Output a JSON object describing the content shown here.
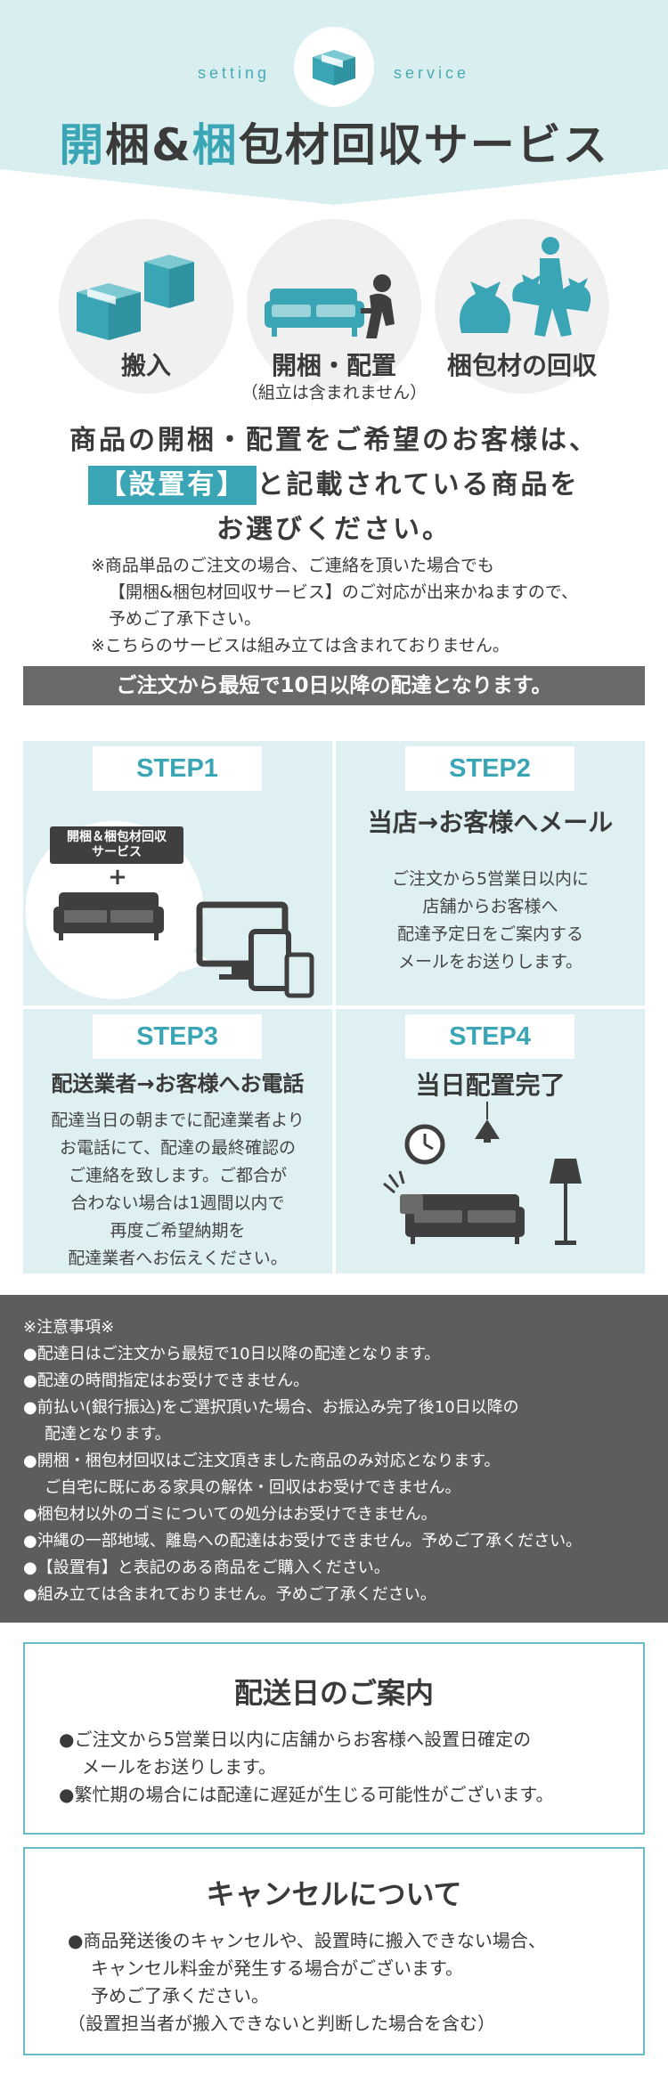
{
  "header": {
    "eyebrow_left": "setting",
    "eyebrow_right": "service",
    "title_parts": [
      "開",
      "梱&",
      "梱",
      "包材回収サービス"
    ],
    "box_icon": "cardboard-box-icon"
  },
  "features": [
    {
      "label": "搬入",
      "sublabel": "",
      "icon": "boxes-icon"
    },
    {
      "label": "開梱・配置",
      "sublabel": "（組立は含まれません）",
      "icon": "sofa-worker-icon"
    },
    {
      "label": "梱包材の回収",
      "sublabel": "",
      "icon": "garbage-bag-worker-icon"
    }
  ],
  "intro": {
    "line1": "商品の開梱・配置をご希望のお客様は、",
    "tag": "【設置有】",
    "line2_rest": "と記載されている商品を",
    "line3": "お選びください。"
  },
  "notes": {
    "n1": "※商品単品のご注文の場合、ご連絡を頂いた場合でも",
    "n2": "【開梱&梱包材回収サービス】のご対応が出来かねますので、",
    "n3": "予めご了承下さい。",
    "n4": "※こちらのサービスは組み立ては含まれておりません。"
  },
  "bar_text": "ご注文から最短で10日以降の配達となります。",
  "steps": [
    {
      "badge": "STEP1",
      "tag_line1": "開梱＆梱包材回収",
      "tag_line2": "サービス",
      "plus": "+",
      "icons": [
        "sofa-icon",
        "devices-icon"
      ]
    },
    {
      "badge": "STEP2",
      "heading": "当店→お客様へメール",
      "lines": [
        "ご注文から5営業日以内に",
        "店舗からお客様へ",
        "配達予定日をご案内する",
        "メールをお送りします。"
      ]
    },
    {
      "badge": "STEP3",
      "heading": "配送業者→お客様へお電話",
      "lines": [
        "配達当日の朝までに配達業者より",
        "お電話にて、配達の最終確認の",
        "ご連絡を致します。ご都合が",
        "合わない場合は1週間以内で",
        "再度ご希望納期を",
        "配達業者へお伝えください。"
      ]
    },
    {
      "badge": "STEP4",
      "heading": "当日配置完了",
      "icons": [
        "clock-icon",
        "pendant-lamp-icon",
        "floor-lamp-icon",
        "sofa-icon"
      ]
    }
  ],
  "caution": {
    "title": "※注意事項※",
    "items": [
      "●配達日はご注文から最短で10日以降の配達となります。",
      "●配達の時間指定はお受けできません。",
      "●前払い(銀行振込)をご選択頂いた場合、お振込み完了後10日以降の",
      "配達となります。",
      "●開梱・梱包材回収はご注文頂きました商品のみ対応となります。",
      "ご自宅に既にある家具の解体・回収はお受けできません。",
      "●梱包材以外のゴミについての処分はお受けできません。",
      "●沖縄の一部地域、離島への配達はお受けできません。予めご了承ください。",
      "●【設置有】と表記のある商品をご購入ください。",
      "●組み立ては含まれておりません。予めご了承ください。"
    ]
  },
  "delivery_box": {
    "title": "配送日のご案内",
    "lines": [
      "●ご注文から5営業日以内に店舗からお客様へ設置日確定の",
      "メールをお送りします。",
      "●繁忙期の場合には配達に遅延が生じる可能性がございます。"
    ]
  },
  "cancel_box": {
    "title": "キャンセルについて",
    "lines": [
      "●商品発送後のキャンセルや、設置時に搬入できない場合、",
      "キャンセル料金が発生する場合がございます。",
      "予めご了承ください。",
      "（設置担当者が搬入できないと判断した場合を含む）"
    ]
  },
  "colors": {
    "accent": "#3aa6b5",
    "header_bg": "#d9efef",
    "dark": "#5d5d5d",
    "step_bg": "#dff0f2",
    "icon_dark": "#3f3f3f"
  }
}
